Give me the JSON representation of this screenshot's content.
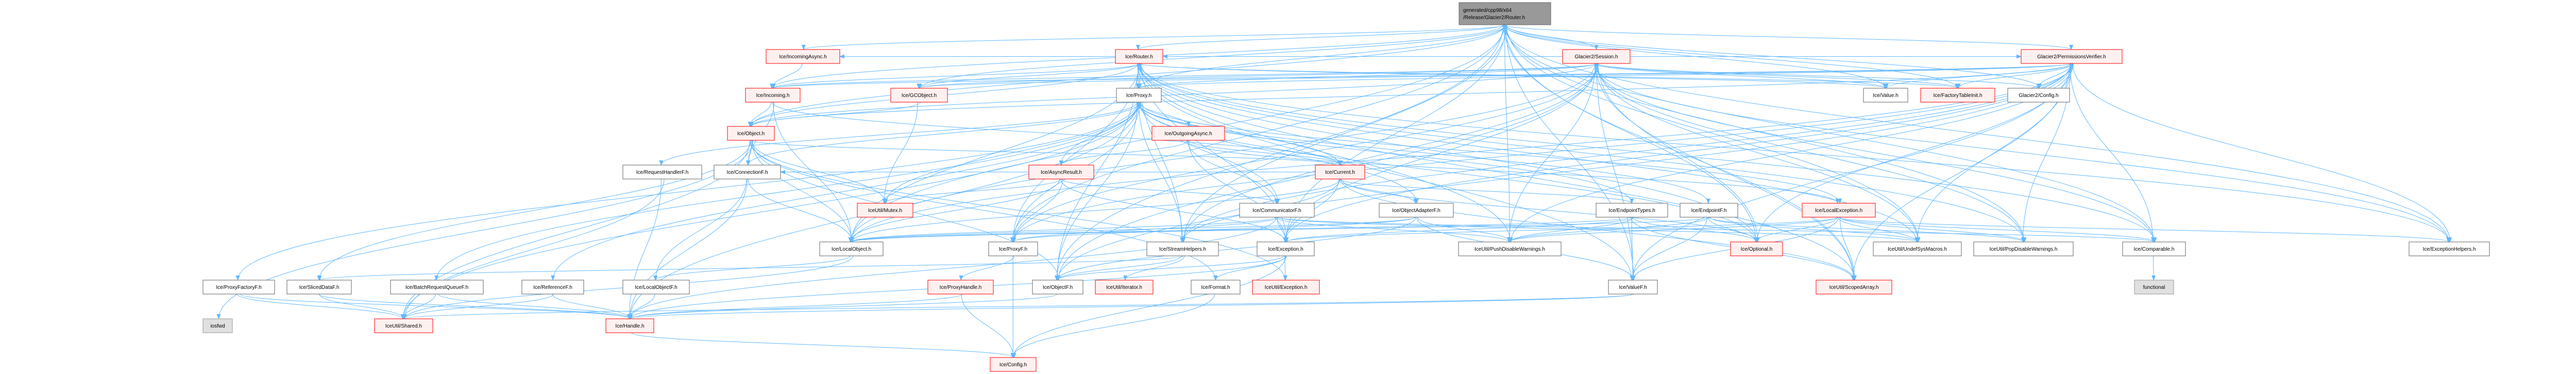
{
  "title": "generated/cpp98/x64/Release/Glacier2/Router.h include dependency graph",
  "colors": {
    "edge": "#63b8ff",
    "red_border": "#ff0000",
    "red_fill": "#fff0f0",
    "root_fill": "#999999",
    "system_fill": "#e0e0e0"
  },
  "nodes": [
    {
      "id": "root",
      "label": [
        "generated/cpp98/x64",
        "/Release/Glacier2/Router.h"
      ]
    },
    {
      "id": "ice_router",
      "label": [
        "Ice/Router.h"
      ]
    },
    {
      "id": "incomingasync",
      "label": [
        "Ice/IncomingAsync.h"
      ]
    },
    {
      "id": "session",
      "label": [
        "Glacier2/Session.h"
      ]
    },
    {
      "id": "permver",
      "label": [
        "Glacier2/PermissionsVerifier.h"
      ]
    },
    {
      "id": "incoming",
      "label": [
        "Ice/Incoming.h"
      ]
    },
    {
      "id": "gcobject",
      "label": [
        "Ice/GCObject.h"
      ]
    },
    {
      "id": "proxy",
      "label": [
        "Ice/Proxy.h"
      ]
    },
    {
      "id": "value",
      "label": [
        "Ice/Value.h"
      ]
    },
    {
      "id": "factorytableinit",
      "label": [
        "Ice/FactoryTableInit.h"
      ]
    },
    {
      "id": "g2config",
      "label": [
        "Glacier2/Config.h"
      ]
    },
    {
      "id": "object",
      "label": [
        "Ice/Object.h"
      ]
    },
    {
      "id": "outgoingasync",
      "label": [
        "Ice/OutgoingAsync.h"
      ]
    },
    {
      "id": "requesthandlerf",
      "label": [
        "Ice/RequestHandlerF.h"
      ]
    },
    {
      "id": "connectionf",
      "label": [
        "Ice/ConnectionF.h"
      ]
    },
    {
      "id": "asyncresult",
      "label": [
        "Ice/AsyncResult.h"
      ]
    },
    {
      "id": "current",
      "label": [
        "Ice/Current.h"
      ]
    },
    {
      "id": "mutex",
      "label": [
        "IceUtil/Mutex.h"
      ]
    },
    {
      "id": "communicatorf",
      "label": [
        "Ice/CommunicatorF.h"
      ]
    },
    {
      "id": "objectadapterf",
      "label": [
        "Ice/ObjectAdapterF.h"
      ]
    },
    {
      "id": "endpointtypes",
      "label": [
        "Ice/EndpointTypes.h"
      ]
    },
    {
      "id": "endpointf",
      "label": [
        "Ice/EndpointF.h"
      ]
    },
    {
      "id": "localexception",
      "label": [
        "Ice/LocalException.h"
      ]
    },
    {
      "id": "localobject",
      "label": [
        "Ice/LocalObject.h"
      ]
    },
    {
      "id": "proxyf",
      "label": [
        "Ice/ProxyF.h"
      ]
    },
    {
      "id": "streamhelpers",
      "label": [
        "Ice/StreamHelpers.h"
      ]
    },
    {
      "id": "exception",
      "label": [
        "Ice/Exception.h"
      ]
    },
    {
      "id": "pushdisable",
      "label": [
        "IceUtil/PushDisableWarnings.h"
      ]
    },
    {
      "id": "optional",
      "label": [
        "Ice/Optional.h"
      ]
    },
    {
      "id": "undefsys",
      "label": [
        "IceUtil/UndefSysMacros.h"
      ]
    },
    {
      "id": "popdisable",
      "label": [
        "IceUtil/PopDisableWarnings.h"
      ]
    },
    {
      "id": "comparable",
      "label": [
        "Ice/Comparable.h"
      ]
    },
    {
      "id": "exceptionhelpers",
      "label": [
        "Ice/ExceptionHelpers.h"
      ]
    },
    {
      "id": "proxyfactoryf",
      "label": [
        "Ice/ProxyFactoryF.h"
      ]
    },
    {
      "id": "slicedataf",
      "label": [
        "Ice/SlicedDataF.h"
      ]
    },
    {
      "id": "batchrequestqueuef",
      "label": [
        "Ice/BatchRequestQueueF.h"
      ]
    },
    {
      "id": "referencef",
      "label": [
        "Ice/ReferenceF.h"
      ]
    },
    {
      "id": "localobjectf",
      "label": [
        "Ice/LocalObjectF.h"
      ]
    },
    {
      "id": "proxyhandle",
      "label": [
        "Ice/ProxyHandle.h"
      ]
    },
    {
      "id": "objectf",
      "label": [
        "Ice/ObjectF.h"
      ]
    },
    {
      "id": "iterator",
      "label": [
        "IceUtil/Iterator.h"
      ]
    },
    {
      "id": "format",
      "label": [
        "Ice/Format.h"
      ]
    },
    {
      "id": "iceutil_exception",
      "label": [
        "IceUtil/Exception.h"
      ]
    },
    {
      "id": "valuef",
      "label": [
        "Ice/ValueF.h"
      ]
    },
    {
      "id": "scopedarray",
      "label": [
        "IceUtil/ScopedArray.h"
      ]
    },
    {
      "id": "functional",
      "label": [
        "functional"
      ]
    },
    {
      "id": "iosfwd",
      "label": [
        "iosfwd"
      ]
    },
    {
      "id": "shared",
      "label": [
        "IceUtil/Shared.h"
      ]
    },
    {
      "id": "handle",
      "label": [
        "Ice/Handle.h"
      ]
    },
    {
      "id": "config",
      "label": [
        "Ice/Config.h"
      ]
    }
  ],
  "edges": [
    [
      "root",
      "ice_router"
    ],
    [
      "root",
      "incomingasync"
    ],
    [
      "root",
      "session"
    ],
    [
      "root",
      "permver"
    ],
    [
      "root",
      "incoming"
    ],
    [
      "root",
      "gcobject"
    ],
    [
      "root",
      "proxy"
    ],
    [
      "root",
      "value"
    ],
    [
      "root",
      "factorytableinit"
    ],
    [
      "root",
      "g2config"
    ],
    [
      "root",
      "object"
    ],
    [
      "root",
      "localobject"
    ],
    [
      "root",
      "proxyf"
    ],
    [
      "root",
      "streamhelpers"
    ],
    [
      "root",
      "exception"
    ],
    [
      "root",
      "pushdisable"
    ],
    [
      "root",
      "optional"
    ],
    [
      "root",
      "undefsys"
    ],
    [
      "root",
      "popdisable"
    ],
    [
      "root",
      "comparable"
    ],
    [
      "root",
      "exceptionhelpers"
    ],
    [
      "root",
      "objectf"
    ],
    [
      "root",
      "valuef"
    ],
    [
      "root",
      "scopedarray"
    ],
    [
      "session",
      "ice_router"
    ],
    [
      "session",
      "incomingasync"
    ],
    [
      "session",
      "incoming"
    ],
    [
      "session",
      "gcobject"
    ],
    [
      "session",
      "proxy"
    ],
    [
      "session",
      "value"
    ],
    [
      "session",
      "factorytableinit"
    ],
    [
      "session",
      "g2config"
    ],
    [
      "session",
      "object"
    ],
    [
      "session",
      "localobject"
    ],
    [
      "session",
      "proxyf"
    ],
    [
      "session",
      "streamhelpers"
    ],
    [
      "session",
      "exception"
    ],
    [
      "session",
      "pushdisable"
    ],
    [
      "session",
      "optional"
    ],
    [
      "session",
      "undefsys"
    ],
    [
      "session",
      "popdisable"
    ],
    [
      "session",
      "comparable"
    ],
    [
      "session",
      "exceptionhelpers"
    ],
    [
      "session",
      "objectf"
    ],
    [
      "session",
      "valuef"
    ],
    [
      "session",
      "scopedarray"
    ],
    [
      "session",
      "permver"
    ],
    [
      "permver",
      "incomingasync"
    ],
    [
      "permver",
      "incoming"
    ],
    [
      "permver",
      "gcobject"
    ],
    [
      "permver",
      "proxy"
    ],
    [
      "permver",
      "value"
    ],
    [
      "permver",
      "factorytableinit"
    ],
    [
      "permver",
      "g2config"
    ],
    [
      "permver",
      "object"
    ],
    [
      "permver",
      "localobject"
    ],
    [
      "permver",
      "proxyf"
    ],
    [
      "permver",
      "streamhelpers"
    ],
    [
      "permver",
      "exception"
    ],
    [
      "permver",
      "pushdisable"
    ],
    [
      "permver",
      "optional"
    ],
    [
      "permver",
      "undefsys"
    ],
    [
      "permver",
      "popdisable"
    ],
    [
      "permver",
      "comparable"
    ],
    [
      "permver",
      "exceptionhelpers"
    ],
    [
      "permver",
      "objectf"
    ],
    [
      "permver",
      "valuef"
    ],
    [
      "permver",
      "scopedarray"
    ],
    [
      "ice_router",
      "proxy"
    ],
    [
      "ice_router",
      "incoming"
    ],
    [
      "ice_router",
      "gcobject"
    ],
    [
      "ice_router",
      "object"
    ],
    [
      "ice_router",
      "value"
    ],
    [
      "ice_router",
      "localobject"
    ],
    [
      "ice_router",
      "proxyf"
    ],
    [
      "ice_router",
      "streamhelpers"
    ],
    [
      "ice_router",
      "exception"
    ],
    [
      "ice_router",
      "pushdisable"
    ],
    [
      "ice_router",
      "optional"
    ],
    [
      "ice_router",
      "undefsys"
    ],
    [
      "ice_router",
      "popdisable"
    ],
    [
      "ice_router",
      "comparable"
    ],
    [
      "ice_router",
      "exceptionhelpers"
    ],
    [
      "ice_router",
      "objectf"
    ],
    [
      "ice_router",
      "valuef"
    ],
    [
      "ice_router",
      "scopedarray"
    ],
    [
      "ice_router",
      "factorytableinit"
    ],
    [
      "incomingasync",
      "incoming"
    ],
    [
      "incoming",
      "object"
    ],
    [
      "incoming",
      "connectionf"
    ],
    [
      "incoming",
      "localobject"
    ],
    [
      "incoming",
      "current"
    ],
    [
      "gcobject",
      "mutex"
    ],
    [
      "gcobject",
      "object"
    ],
    [
      "proxy",
      "outgoingasync"
    ],
    [
      "proxy",
      "asyncresult"
    ],
    [
      "proxy",
      "current"
    ],
    [
      "proxy",
      "communicatorf"
    ],
    [
      "proxy",
      "objectadapterf"
    ],
    [
      "proxy",
      "endpointtypes"
    ],
    [
      "proxy",
      "endpointf"
    ],
    [
      "proxy",
      "localexception"
    ],
    [
      "proxy",
      "proxyf"
    ],
    [
      "proxy",
      "streamhelpers"
    ],
    [
      "proxy",
      "optional"
    ],
    [
      "proxy",
      "requesthandlerf"
    ],
    [
      "proxy",
      "connectionf"
    ],
    [
      "proxy",
      "referencef"
    ],
    [
      "proxy",
      "batchrequestqueuef"
    ],
    [
      "proxy",
      "proxyfactoryf"
    ],
    [
      "proxy",
      "mutex"
    ],
    [
      "proxy",
      "handle"
    ],
    [
      "proxy",
      "shared"
    ],
    [
      "proxy",
      "objectf"
    ],
    [
      "object",
      "objectf"
    ],
    [
      "object",
      "current"
    ],
    [
      "object",
      "format"
    ],
    [
      "object",
      "iceutil_exception"
    ],
    [
      "object",
      "connectionf"
    ],
    [
      "object",
      "localobject"
    ],
    [
      "object",
      "slicedataf"
    ],
    [
      "object",
      "shared"
    ],
    [
      "object",
      "iosfwd"
    ],
    [
      "object",
      "mutex"
    ],
    [
      "outgoingasync",
      "asyncresult"
    ],
    [
      "outgoingasync",
      "communicatorf"
    ],
    [
      "outgoingasync",
      "localexception"
    ],
    [
      "outgoingasync",
      "current"
    ],
    [
      "outgoingasync",
      "exception"
    ],
    [
      "asyncresult",
      "mutex"
    ],
    [
      "asyncresult",
      "localobject"
    ],
    [
      "asyncresult",
      "proxyf"
    ],
    [
      "asyncresult",
      "communicatorf"
    ],
    [
      "asyncresult",
      "exception"
    ],
    [
      "current",
      "objectadapterf"
    ],
    [
      "current",
      "connectionf"
    ],
    [
      "current",
      "localobject"
    ],
    [
      "current",
      "streamhelpers"
    ],
    [
      "current",
      "exception"
    ],
    [
      "current",
      "optional"
    ],
    [
      "current",
      "scopedarray"
    ],
    [
      "current",
      "endpointtypes"
    ],
    [
      "requesthandlerf",
      "handle"
    ],
    [
      "requesthandlerf",
      "shared"
    ],
    [
      "connectionf",
      "localobject"
    ],
    [
      "connectionf",
      "handle"
    ],
    [
      "connectionf",
      "localobjectf"
    ],
    [
      "communicatorf",
      "localobject"
    ],
    [
      "communicatorf",
      "proxyf"
    ],
    [
      "communicatorf",
      "exception"
    ],
    [
      "communicatorf",
      "handle"
    ],
    [
      "communicatorf",
      "pushdisable"
    ],
    [
      "communicatorf",
      "comparable"
    ],
    [
      "communicatorf",
      "undefsys"
    ],
    [
      "objectadapterf",
      "localobject"
    ],
    [
      "objectadapterf",
      "proxyf"
    ],
    [
      "objectadapterf",
      "pushdisable"
    ],
    [
      "objectadapterf",
      "valuef"
    ],
    [
      "objectadapterf",
      "objectf"
    ],
    [
      "endpointtypes",
      "localobject"
    ],
    [
      "endpointtypes",
      "pushdisable"
    ],
    [
      "endpointtypes",
      "optional"
    ],
    [
      "endpointtypes",
      "valuef"
    ],
    [
      "endpointtypes",
      "scopedarray"
    ],
    [
      "endpointtypes",
      "exception"
    ],
    [
      "endpointf",
      "localobject"
    ],
    [
      "endpointf",
      "pushdisable"
    ],
    [
      "endpointf",
      "optional"
    ],
    [
      "endpointf",
      "valuef"
    ],
    [
      "endpointf",
      "undefsys"
    ],
    [
      "endpointf",
      "popdisable"
    ],
    [
      "localexception",
      "exception"
    ],
    [
      "localexception",
      "optional"
    ],
    [
      "localexception",
      "scopedarray"
    ],
    [
      "localexception",
      "exceptionhelpers"
    ],
    [
      "localexception",
      "undefsys"
    ],
    [
      "localexception",
      "pushdisable"
    ],
    [
      "localexception",
      "popdisable"
    ],
    [
      "localexception",
      "comparable"
    ],
    [
      "localexception",
      "valuef"
    ],
    [
      "localobject",
      "localobjectf"
    ],
    [
      "localobject",
      "shared"
    ],
    [
      "proxyf",
      "proxyhandle"
    ],
    [
      "proxyf",
      "config"
    ],
    [
      "streamhelpers",
      "objectf"
    ],
    [
      "streamhelpers",
      "iterator"
    ],
    [
      "streamhelpers",
      "slicedataf"
    ],
    [
      "exception",
      "format"
    ],
    [
      "exception",
      "iceutil_exception"
    ],
    [
      "exception",
      "objectf"
    ],
    [
      "exception",
      "handle"
    ],
    [
      "exception",
      "config"
    ],
    [
      "comparable",
      "functional"
    ],
    [
      "proxyfactoryf",
      "shared"
    ],
    [
      "proxyfactoryf",
      "handle"
    ],
    [
      "slicedataf",
      "shared"
    ],
    [
      "slicedataf",
      "handle"
    ],
    [
      "batchrequestqueuef",
      "shared"
    ],
    [
      "batchrequestqueuef",
      "handle"
    ],
    [
      "referencef",
      "shared"
    ],
    [
      "referencef",
      "handle"
    ],
    [
      "localobjectf",
      "handle"
    ],
    [
      "proxyhandle",
      "handle"
    ],
    [
      "proxyhandle",
      "config"
    ],
    [
      "objectf",
      "handle"
    ],
    [
      "format",
      "config"
    ],
    [
      "handle",
      "config"
    ],
    [
      "valuef",
      "handle"
    ],
    [
      "valuef",
      "shared"
    ]
  ]
}
